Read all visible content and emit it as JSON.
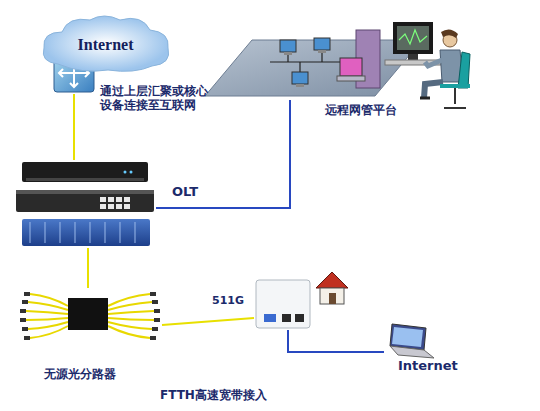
{
  "diagram": {
    "caption": "FTTH高速宽带接入",
    "nodes": [
      {
        "text": [
          "Internet"
        ]
      },
      {
        "text": [
          "通过上层汇聚或核心 设备连接至互联网"
        ]
      },
      {
        "text": [
          "远程网管平台"
        ]
      },
      {
        "text": [
          "OLT"
        ]
      },
      {
        "text": [
          "无源光分路器"
        ]
      },
      {
        "text": [
          "511G"
        ]
      },
      {
        "text": [
          "Internet"
        ]
      }
    ],
    "edges": [
      {
        "from": 1,
        "to": 3,
        "arrow": "none"
      },
      {
        "from": 3,
        "to": 2,
        "arrow": "none"
      },
      {
        "from": 3,
        "to": 4,
        "arrow": "none"
      },
      {
        "from": 4,
        "to": 5,
        "arrow": "none"
      },
      {
        "from": 5,
        "to": 6,
        "arrow": "none"
      }
    ]
  }
}
